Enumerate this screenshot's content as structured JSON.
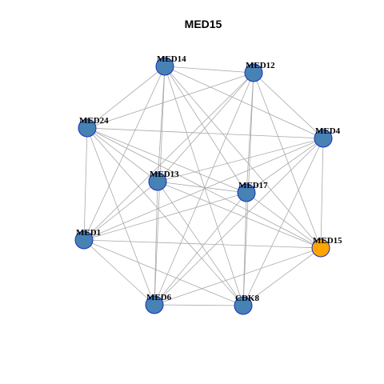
{
  "title": "MED15",
  "colors": {
    "node_default": "#4682b4",
    "node_highlight": "#ffa500",
    "node_border": "#1c2fbf",
    "edge": "#a9a9a9"
  },
  "nodes": [
    {
      "id": "MED14",
      "label": "MED14",
      "highlight": false
    },
    {
      "id": "MED12",
      "label": "MED12",
      "highlight": false
    },
    {
      "id": "MED24",
      "label": "MED24",
      "highlight": false
    },
    {
      "id": "MED4",
      "label": "MED4",
      "highlight": false
    },
    {
      "id": "MED13",
      "label": "MED13",
      "highlight": false
    },
    {
      "id": "MED17",
      "label": "MED17",
      "highlight": false
    },
    {
      "id": "MED1",
      "label": "MED1",
      "highlight": false
    },
    {
      "id": "MED15",
      "label": "MED15",
      "highlight": true
    },
    {
      "id": "MED6",
      "label": "MED6",
      "highlight": false
    },
    {
      "id": "CDK8",
      "label": "CDK8",
      "highlight": false
    }
  ],
  "edges": [
    [
      "MED14",
      "MED12"
    ],
    [
      "MED14",
      "MED24"
    ],
    [
      "MED14",
      "MED4"
    ],
    [
      "MED14",
      "MED13"
    ],
    [
      "MED14",
      "MED17"
    ],
    [
      "MED14",
      "MED1"
    ],
    [
      "MED14",
      "MED15"
    ],
    [
      "MED14",
      "MED6"
    ],
    [
      "MED14",
      "CDK8"
    ],
    [
      "MED12",
      "MED24"
    ],
    [
      "MED12",
      "MED4"
    ],
    [
      "MED12",
      "MED13"
    ],
    [
      "MED12",
      "MED17"
    ],
    [
      "MED12",
      "MED1"
    ],
    [
      "MED12",
      "MED15"
    ],
    [
      "MED12",
      "MED6"
    ],
    [
      "MED12",
      "CDK8"
    ],
    [
      "MED24",
      "MED4"
    ],
    [
      "MED24",
      "MED13"
    ],
    [
      "MED24",
      "MED17"
    ],
    [
      "MED24",
      "MED1"
    ],
    [
      "MED24",
      "MED15"
    ],
    [
      "MED24",
      "MED6"
    ],
    [
      "MED24",
      "CDK8"
    ],
    [
      "MED4",
      "MED13"
    ],
    [
      "MED4",
      "MED17"
    ],
    [
      "MED4",
      "MED1"
    ],
    [
      "MED4",
      "MED15"
    ],
    [
      "MED4",
      "MED6"
    ],
    [
      "MED4",
      "CDK8"
    ],
    [
      "MED13",
      "MED17"
    ],
    [
      "MED13",
      "MED1"
    ],
    [
      "MED13",
      "MED15"
    ],
    [
      "MED13",
      "MED6"
    ],
    [
      "MED13",
      "CDK8"
    ],
    [
      "MED17",
      "MED1"
    ],
    [
      "MED17",
      "MED15"
    ],
    [
      "MED17",
      "MED6"
    ],
    [
      "MED17",
      "CDK8"
    ],
    [
      "MED1",
      "MED15"
    ],
    [
      "MED1",
      "MED6"
    ],
    [
      "MED1",
      "CDK8"
    ],
    [
      "MED15",
      "MED6"
    ],
    [
      "MED15",
      "CDK8"
    ],
    [
      "MED6",
      "CDK8"
    ]
  ]
}
